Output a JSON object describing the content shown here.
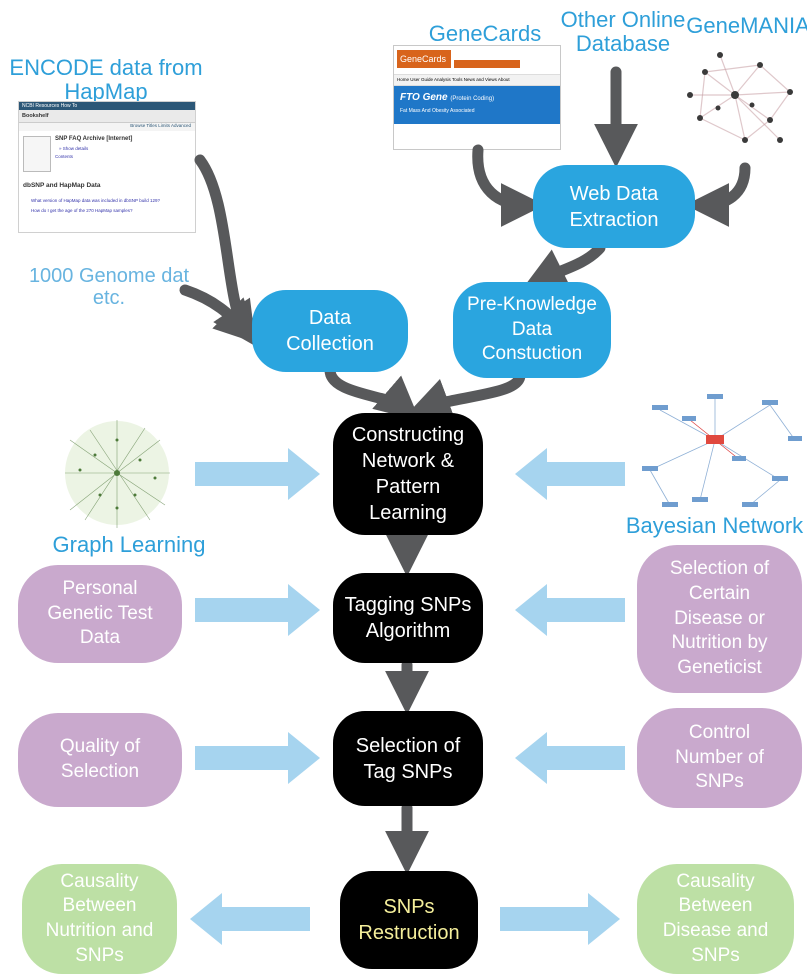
{
  "sources": {
    "genecards": "GeneCards",
    "other_online": "Other Online\nDatabase",
    "genemania": "GeneMANIA",
    "encode": "ENCODE data from\nHapMap",
    "genome1000": "1000 Genome dat\netc.",
    "graph_learning": "Graph Learning",
    "bayesian_network": "Bayesian Network"
  },
  "nodes": {
    "web_data_extraction": "Web Data\nExtraction",
    "data_collection": "Data\nCollection",
    "pre_knowledge": "Pre-Knowledge\nData\nConstuction",
    "constructing_network": "Constructing\nNetwork &\nPattern\nLearning",
    "tagging_snps": "Tagging SNPs\nAlgorithm",
    "selection_tag_snps": "Selection of\nTag SNPs",
    "snps_restruction": "SNPs\nRestruction"
  },
  "inputs": {
    "personal_genetic": "Personal\nGenetic Test\nData",
    "selection_disease": "Selection of\nCertain\nDisease or\nNutrition by\nGeneticist",
    "quality_selection": "Quality of\nSelection",
    "control_number": "Control\nNumber of\nSNPs"
  },
  "outputs": {
    "causality_nutrition": "Causality\nBetween\nNutrition and\nSNPs",
    "causality_disease": "Causality\nBetween\nDisease and\nSNPs"
  },
  "screenshots": {
    "ncbi": {
      "top_bar": "NCBI  Resources  How To",
      "bookshelf": "Bookshelf",
      "tabs": "Browse Titles   Limits   Advanced",
      "title": "SNP FAQ Archive [Internet]",
      "show_details": "» Show details",
      "contents": "Contents",
      "heading": "dbSNP and HapMap Data",
      "link1": "What version of HapMap data was included in dbSNP build 129?",
      "link2": "How do I get the age of the 270 HapMap samples?"
    },
    "genecards": {
      "logo": "GeneCards",
      "nav": "Home   User Guide   Analysis Tools   News and Views   About",
      "gene": "FTO Gene",
      "gene_type": "(Protein Coding)",
      "subtitle": "Fat Mass And Obesity Associated"
    }
  },
  "colors": {
    "blue_node": "#2aa5df",
    "black_node": "#000000",
    "purple_node": "#c9a9cd",
    "green_node": "#bde0a5",
    "arrow_gray": "#58595b",
    "arrow_light_blue": "#a6d4ef"
  }
}
